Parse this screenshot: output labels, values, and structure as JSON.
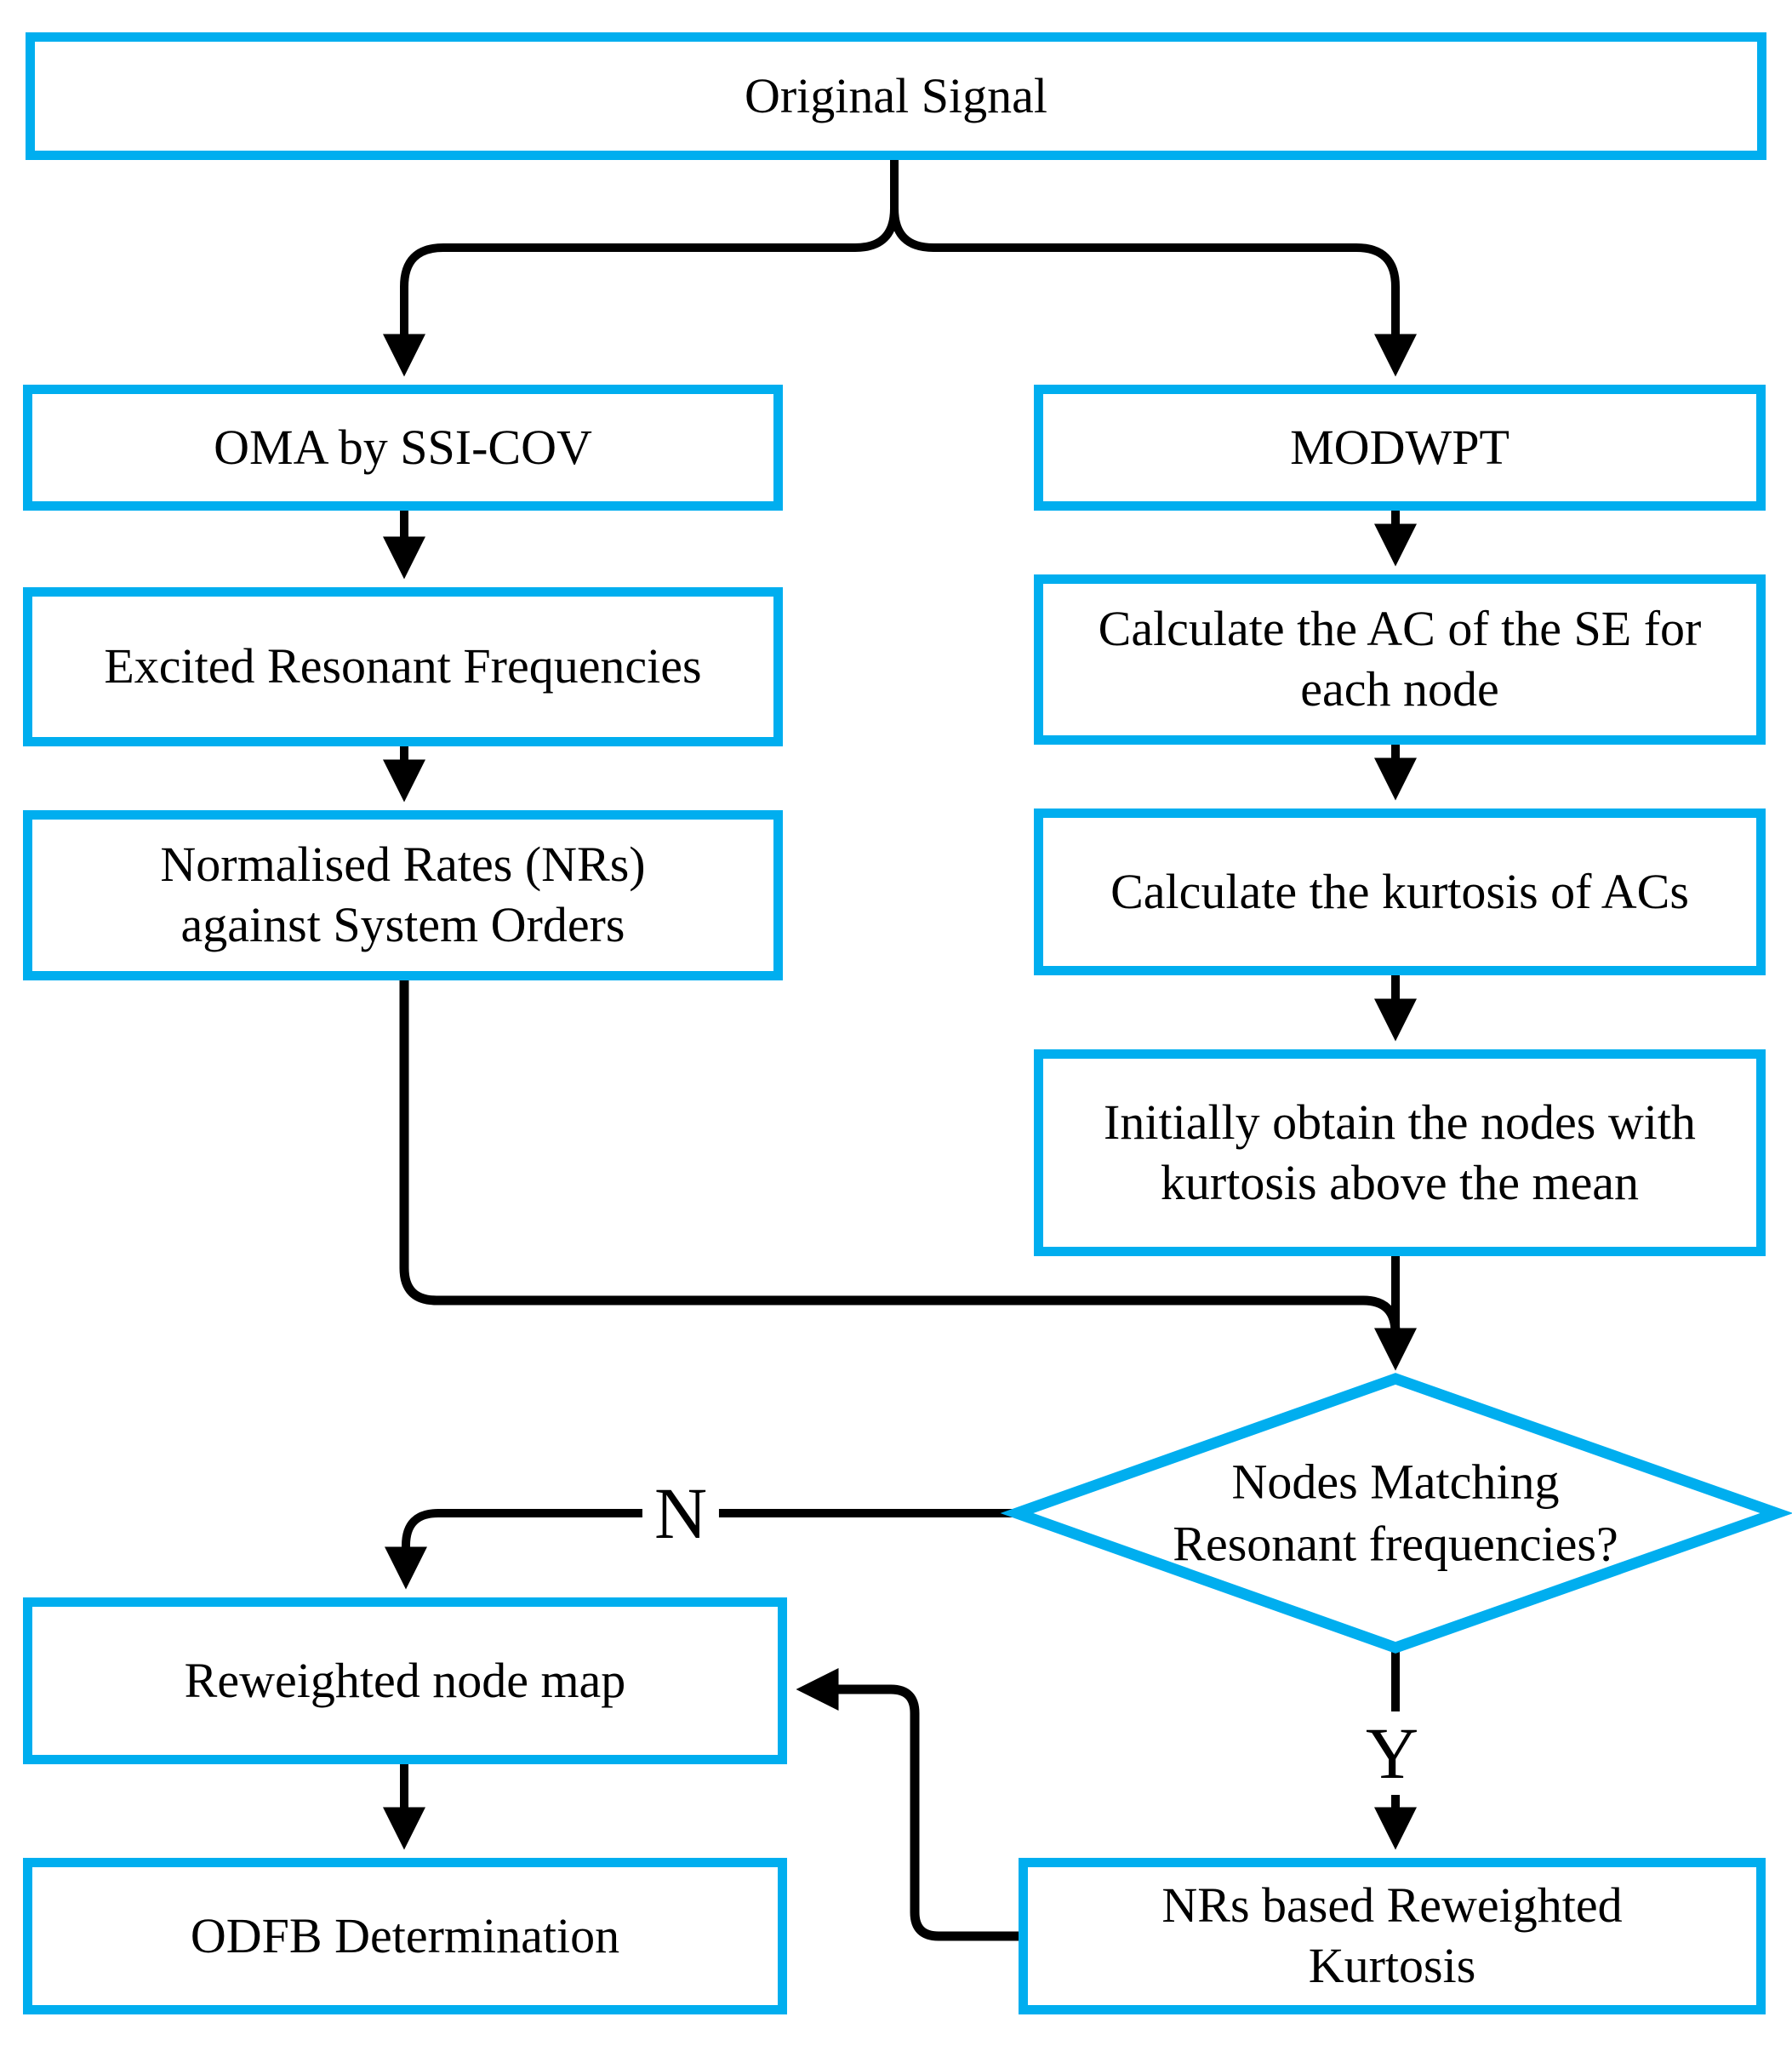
{
  "figure": {
    "background": "#ffffff",
    "accent_border": "#00aeef",
    "line_color": "#000000",
    "text_color": "#000000"
  },
  "nodes": {
    "original": {
      "label": "Original Signal",
      "type": "process"
    },
    "oma": {
      "label": "OMA by SSI-COV",
      "type": "process"
    },
    "excited": {
      "label": "Excited Resonant Frequencies",
      "type": "process"
    },
    "normalised": {
      "label": "Normalised Rates (NRs)\nagainst System Orders",
      "type": "process"
    },
    "modwpt": {
      "label": "MODWPT",
      "type": "process"
    },
    "calc_ac": {
      "label": "Calculate the AC of the SE for\neach node",
      "type": "process"
    },
    "calc_kurtosis": {
      "label": "Calculate the kurtosis of ACs",
      "type": "process"
    },
    "initial_nodes": {
      "label": "Initially obtain the nodes with\nkurtosis above the mean",
      "type": "process"
    },
    "decision": {
      "label": "Nodes Matching\nResonant frequencies?",
      "type": "decision"
    },
    "reweighted_map": {
      "label": "Reweighted node map",
      "type": "process"
    },
    "odfb": {
      "label": "ODFB Determination",
      "type": "process"
    },
    "nrs_kurtosis": {
      "label": "NRs based Reweighted\nKurtosis",
      "type": "process"
    }
  },
  "edge_labels": {
    "no": "N",
    "yes": "Y"
  }
}
